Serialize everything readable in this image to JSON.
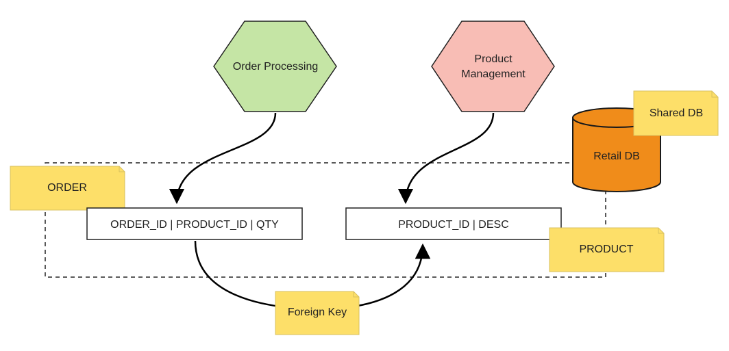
{
  "services": {
    "order_processing": {
      "label": "Order Processing",
      "color": "#c5e5a5"
    },
    "product_management": {
      "label_lines": [
        "Product",
        "Management"
      ],
      "color": "#f8bdb5"
    }
  },
  "database": {
    "label": "Retail DB",
    "color": "#f08c1a",
    "stroke": "#1a1a1a"
  },
  "notes": {
    "shared_db": "Shared DB",
    "order": "ORDER",
    "product": "PRODUCT",
    "foreign_key": "Foreign Key",
    "color": "#fddf69"
  },
  "tables": {
    "order_table": "ORDER_ID | PRODUCT_ID | QTY",
    "product_table": "PRODUCT_ID | DESC"
  }
}
